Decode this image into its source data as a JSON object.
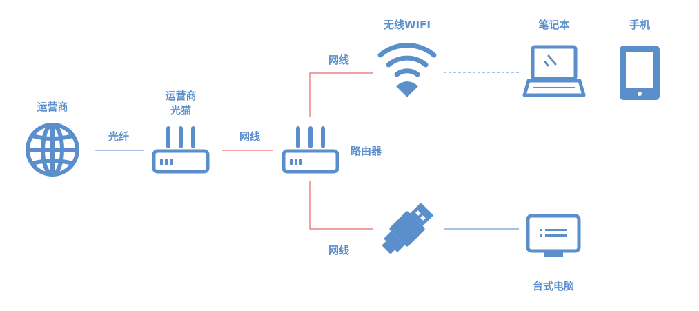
{
  "nodes": {
    "isp": {
      "label": "运营商"
    },
    "modem": {
      "label_line1": "运营商",
      "label_line2": "光猫"
    },
    "router": {
      "label": "路由器"
    },
    "wifi": {
      "label": "无线WIFI"
    },
    "laptop": {
      "label": "笔记本"
    },
    "phone": {
      "label": "手机"
    },
    "desktop": {
      "label": "台式电脑"
    }
  },
  "links": {
    "fiber": {
      "label": "光纤"
    },
    "cable_modem_router": {
      "label": "网线"
    },
    "cable_router_wifi": {
      "label": "网线"
    },
    "cable_router_usb": {
      "label": "网线"
    }
  },
  "colors": {
    "icon": "#5a8fcc",
    "label": "#5a8fcc",
    "blue_line": "#6e9fd6",
    "red_line": "#e56a6a"
  },
  "icons": {
    "isp": "globe-icon",
    "modem": "router-icon",
    "router": "router-icon",
    "wifi": "wifi-icon",
    "laptop": "laptop-icon",
    "phone": "phone-icon",
    "usb": "usb-plug-icon",
    "desktop": "monitor-icon"
  }
}
